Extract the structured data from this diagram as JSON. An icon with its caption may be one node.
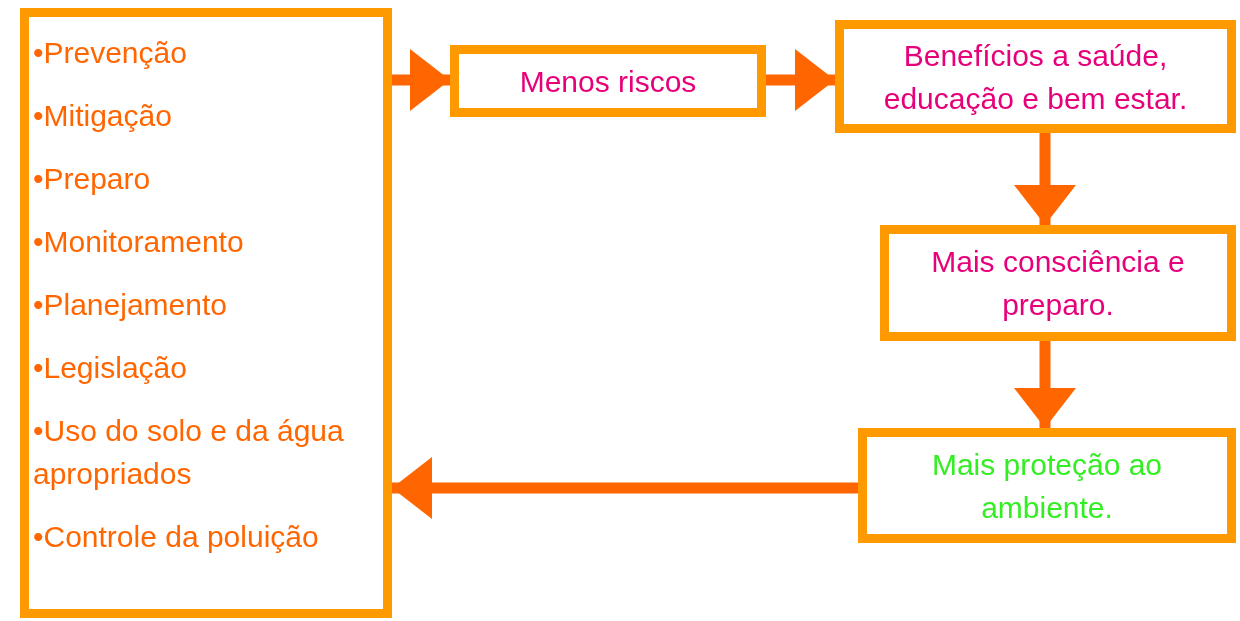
{
  "diagram": {
    "nodes": [
      {
        "text": [
          "•Prevenção",
          "•Mitigação",
          "•Preparo",
          "•Monitoramento",
          "•Planejamento",
          "•Legislação",
          "•Uso do solo e da água apropriados",
          "•Controle da poluição"
        ]
      },
      {
        "text": [
          "Menos riscos"
        ]
      },
      {
        "text": [
          "Benefícios a saúde, educação e bem estar."
        ]
      },
      {
        "text": [
          "Mais consciência e preparo."
        ]
      },
      {
        "text": [
          "Mais proteção ao ambiente."
        ]
      }
    ],
    "edges": [
      {
        "from": 0,
        "to": 1,
        "arrow": "to"
      },
      {
        "from": 1,
        "to": 2,
        "arrow": "to"
      },
      {
        "from": 2,
        "to": 3,
        "arrow": "to"
      },
      {
        "from": 3,
        "to": 4,
        "arrow": "to"
      },
      {
        "from": 4,
        "to": 0,
        "arrow": "to"
      }
    ]
  }
}
